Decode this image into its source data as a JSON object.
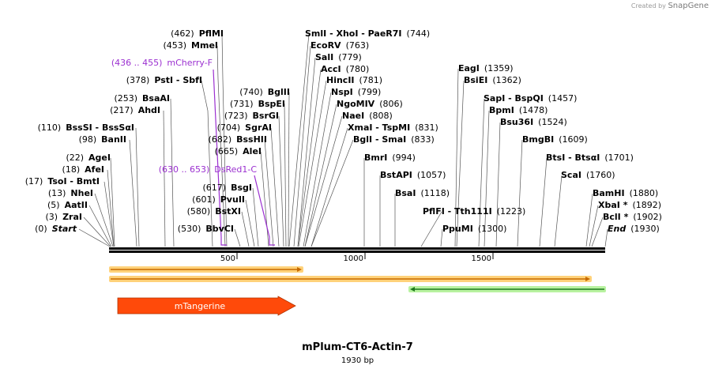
{
  "branding": {
    "prefix": "Created by",
    "name": "SnapGene"
  },
  "map": {
    "title": "mPlum-CT6-Actin-7",
    "length_text": "1930 bp",
    "length_bp": 1930,
    "ruler_ticks": [
      "500",
      "1000",
      "1500"
    ],
    "colors": {
      "primer": "#9b30d0",
      "feature_fill": "#ff4a0a",
      "orf_orange": "#ff9e1b",
      "orf_green": "#3cb33c",
      "highlight": "#ffd27a"
    },
    "left_labels": [
      {
        "pos": "(462)",
        "name": "PflMI"
      },
      {
        "pos": "(453)",
        "name": "MmeI"
      },
      {
        "pos": "(378)",
        "name": "PstI  -  SbfI"
      },
      {
        "pos": "(253)",
        "name": "BsaAI"
      },
      {
        "pos": "(217)",
        "name": "AhdI"
      },
      {
        "pos": "(110)",
        "name": "BssSI  -  BssSαI"
      },
      {
        "pos": "(98)",
        "name": "BanII"
      },
      {
        "pos": "(22)",
        "name": "AgeI"
      },
      {
        "pos": "(18)",
        "name": "AfeI"
      },
      {
        "pos": "(17)",
        "name": "TsoI  -  BmtI"
      },
      {
        "pos": "(13)",
        "name": "NheI"
      },
      {
        "pos": "(5)",
        "name": "AatII"
      },
      {
        "pos": "(3)",
        "name": "ZraI"
      },
      {
        "pos": "(0)",
        "name": "Start"
      },
      {
        "pos": "(530)",
        "name": "BbvCI"
      },
      {
        "pos": "(580)",
        "name": "BstXI"
      },
      {
        "pos": "(601)",
        "name": "PvuII"
      },
      {
        "pos": "(617)",
        "name": "BsgI"
      },
      {
        "pos": "(665)",
        "name": "AleI"
      },
      {
        "pos": "(682)",
        "name": "BssHII"
      },
      {
        "pos": "(704)",
        "name": "SgrAI"
      },
      {
        "pos": "(723)",
        "name": "BsrGI"
      },
      {
        "pos": "(731)",
        "name": "BspEI"
      },
      {
        "pos": "(740)",
        "name": "BglII"
      }
    ],
    "primers": [
      {
        "range": "(436 .. 455)",
        "name": "mCherry-F"
      },
      {
        "range": "(630 .. 653)",
        "name": "DsRed1-C"
      }
    ],
    "right_labels": [
      {
        "name": "SmlI  -  XhoI  -  PaeR7I",
        "pos": "(744)"
      },
      {
        "name": "EcoRV",
        "pos": "(763)"
      },
      {
        "name": "SalI",
        "pos": "(779)"
      },
      {
        "name": "AccI",
        "pos": "(780)"
      },
      {
        "name": "HincII",
        "pos": "(781)"
      },
      {
        "name": "NspI",
        "pos": "(799)"
      },
      {
        "name": "NgoMIV",
        "pos": "(806)"
      },
      {
        "name": "NaeI",
        "pos": "(808)"
      },
      {
        "name": "XmaI  -  TspMI",
        "pos": "(831)"
      },
      {
        "name": "BglI  -  SmaI",
        "pos": "(833)"
      },
      {
        "name": "BmrI",
        "pos": "(994)"
      },
      {
        "name": "BstAPI",
        "pos": "(1057)"
      },
      {
        "name": "BsaI",
        "pos": "(1118)"
      },
      {
        "name": "PflFI  -  Tth111I",
        "pos": "(1223)"
      },
      {
        "name": "PpuMI",
        "pos": "(1300)"
      },
      {
        "name": "EagI",
        "pos": "(1359)"
      },
      {
        "name": "BsiEI",
        "pos": "(1362)"
      },
      {
        "name": "SapI  -  BspQI",
        "pos": "(1457)"
      },
      {
        "name": "BpmI",
        "pos": "(1478)"
      },
      {
        "name": "Bsu36I",
        "pos": "(1524)"
      },
      {
        "name": "BmgBI",
        "pos": "(1609)"
      },
      {
        "name": "BtsI  -  BtsαI",
        "pos": "(1701)"
      },
      {
        "name": "ScaI",
        "pos": "(1760)"
      },
      {
        "name": "BamHI",
        "pos": "(1880)"
      },
      {
        "name": "XbaI *",
        "pos": "(1892)"
      },
      {
        "name": "BclI *",
        "pos": "(1902)"
      },
      {
        "name": "End",
        "pos": "(1930)"
      }
    ],
    "features": [
      {
        "name": "mTangerine"
      }
    ]
  }
}
